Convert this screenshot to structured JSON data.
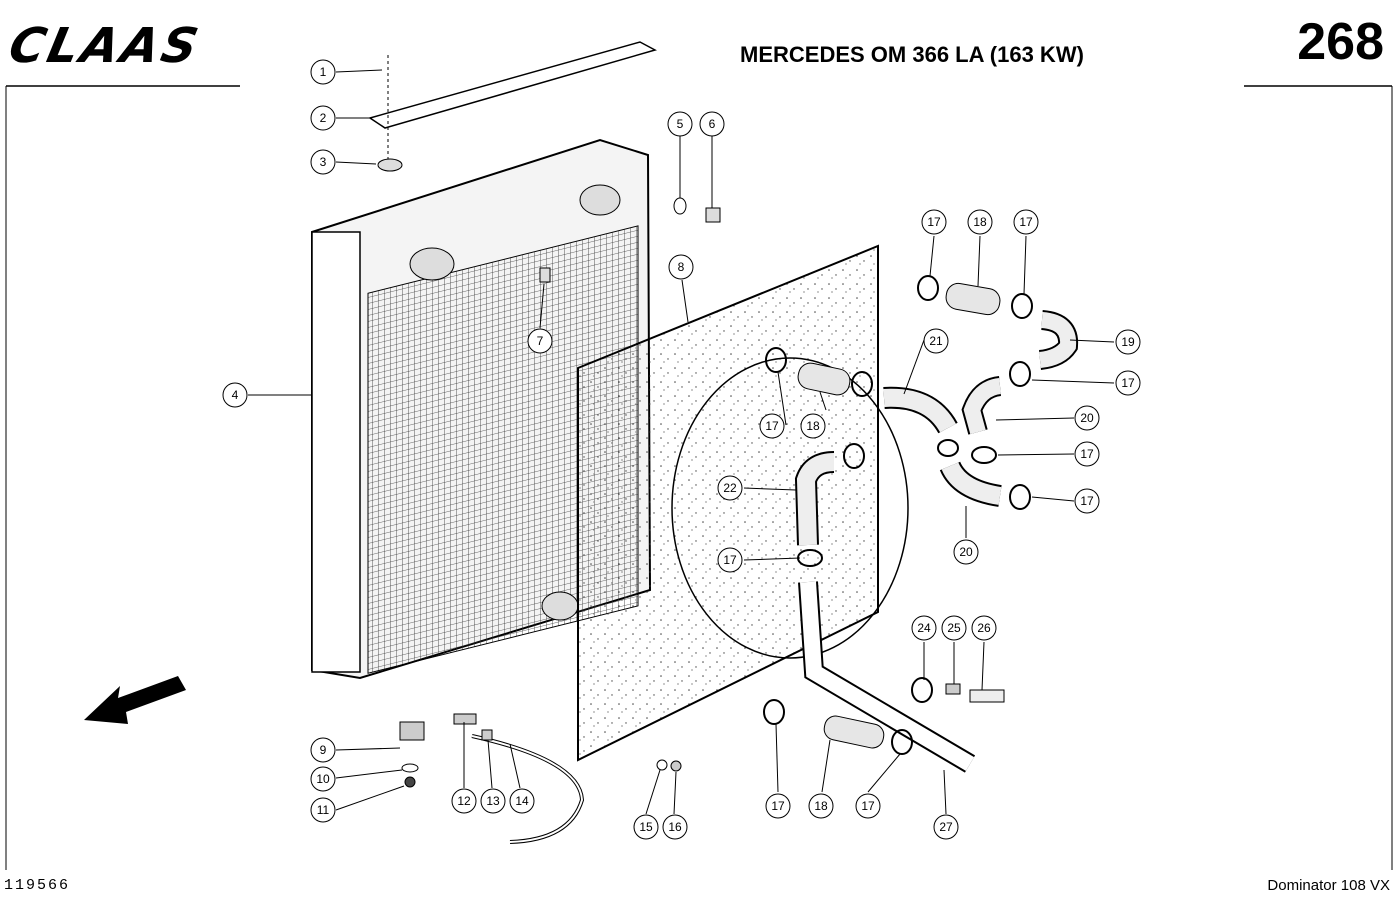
{
  "header": {
    "brand": "CLAAS",
    "title": "MERCEDES OM 366 LA (163 KW)",
    "page_number": "268"
  },
  "footer": {
    "drawing_number": "119566",
    "model": "Dominator 108 VX"
  },
  "callouts": [
    "1",
    "2",
    "3",
    "4",
    "5",
    "6",
    "7",
    "8",
    "9",
    "10",
    "11",
    "12",
    "13",
    "14",
    "15",
    "16",
    "17",
    "18",
    "19",
    "20",
    "21",
    "22",
    "24",
    "25",
    "26",
    "27"
  ]
}
